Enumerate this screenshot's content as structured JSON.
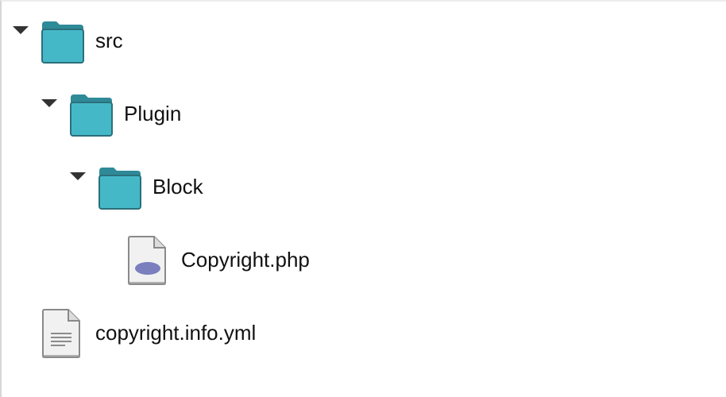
{
  "tree": {
    "items": [
      {
        "label": "src",
        "kind": "folder",
        "expanded": true,
        "icon": "folder-icon"
      },
      {
        "label": "Plugin",
        "kind": "folder",
        "expanded": true,
        "icon": "folder-icon"
      },
      {
        "label": "Block",
        "kind": "folder",
        "expanded": true,
        "icon": "folder-icon"
      },
      {
        "label": "Copyright.php",
        "kind": "file",
        "icon": "php-file-icon"
      },
      {
        "label": "copyright.info.yml",
        "kind": "file",
        "icon": "text-file-icon"
      }
    ]
  },
  "colors": {
    "folder_front": "#45b8c8",
    "folder_back": "#2f8a98",
    "folder_outline": "#2b6f7a",
    "file_body": "#f1f1f1",
    "file_outline": "#8a8a8a",
    "php_badge": "#7b7fbe",
    "caret": "#333333",
    "text": "#111111"
  }
}
